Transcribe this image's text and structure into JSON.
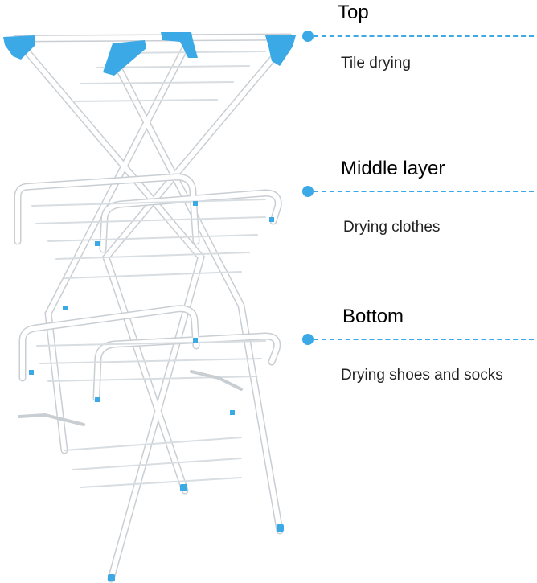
{
  "levels": [
    {
      "title": "Top",
      "description": "Tile drying"
    },
    {
      "title": "Middle layer",
      "description": "Drying clothes"
    },
    {
      "title": "Bottom",
      "description": "Drying shoes and socks"
    }
  ],
  "colors": {
    "accent": "#3aa9e6",
    "frame": "#ffffff",
    "frame_edge": "#c9ced3"
  },
  "icons": {
    "marker": "blue-dot-icon",
    "product": "drying-rack-icon"
  }
}
